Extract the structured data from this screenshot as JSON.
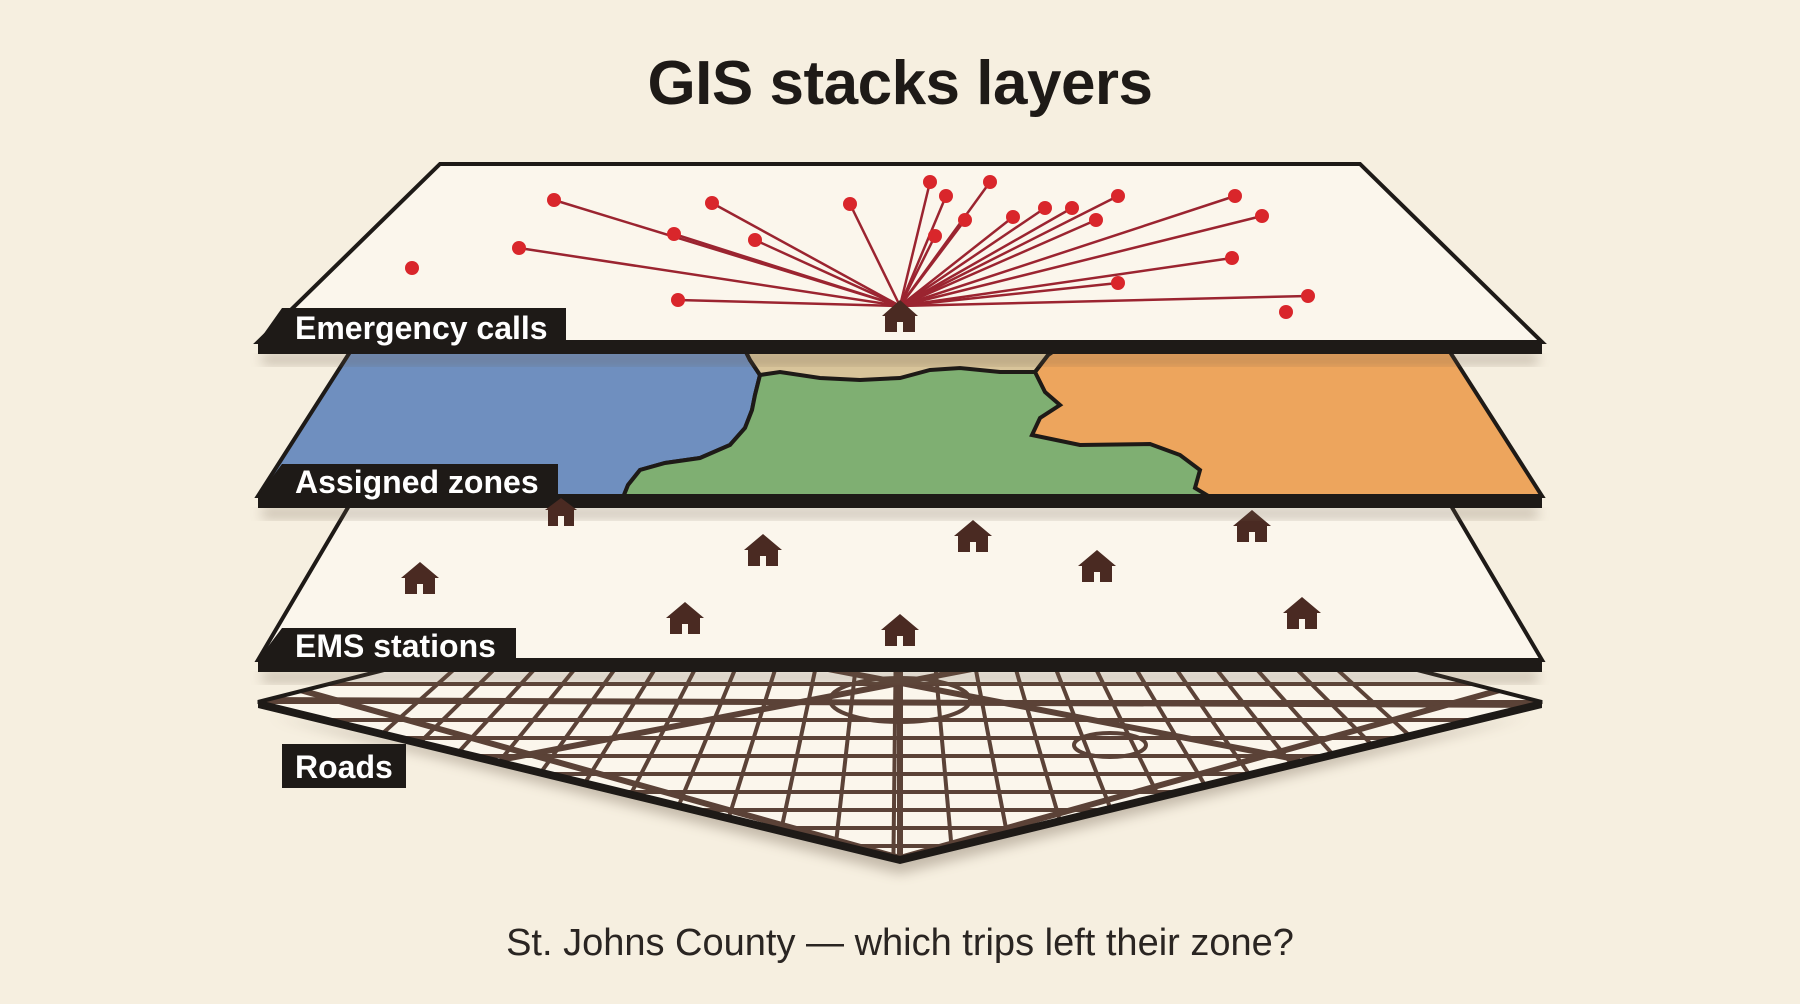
{
  "title": "GIS stacks layers",
  "caption": "St. Johns County — which trips left their zone?",
  "layers": [
    {
      "id": "calls",
      "label": "Emergency calls",
      "icon": "dot-marker"
    },
    {
      "id": "zones",
      "label": "Assigned zones",
      "icon": "zone-polygon"
    },
    {
      "id": "stations",
      "label": "EMS stations",
      "icon": "house-icon"
    },
    {
      "id": "roads",
      "label": "Roads",
      "icon": "road-grid"
    }
  ],
  "colors": {
    "background": "#f6efe0",
    "plane_fill": "#fbf6ec",
    "outline": "#1e1a17",
    "call_dot": "#d9262b",
    "call_line": "#9b2430",
    "station": "#4a2a22",
    "zone_blue": "#6f8fbf",
    "zone_tan": "#d8c49a",
    "zone_green": "#7faf72",
    "zone_orange": "#eda55d",
    "road": "#5b4237"
  }
}
